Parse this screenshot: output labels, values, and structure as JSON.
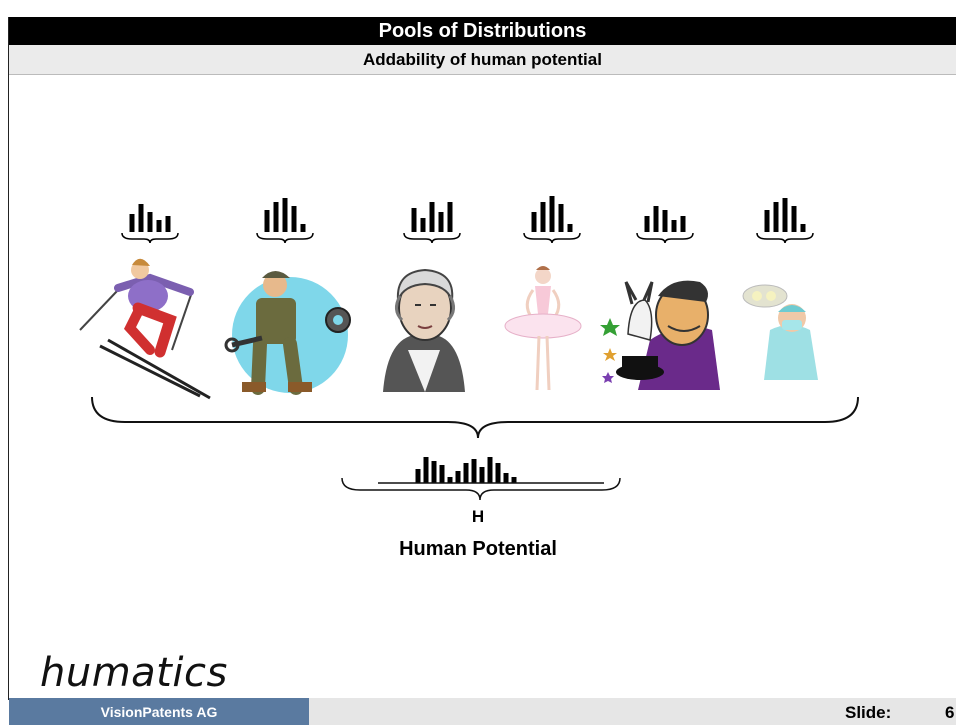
{
  "header": {
    "fragment": "",
    "title": "Pools of Distributions",
    "subtitle": "Addability of human potential"
  },
  "figures": [
    {
      "name": "skier",
      "histogram": [
        18,
        28,
        20,
        12,
        16
      ]
    },
    {
      "name": "mechanic",
      "histogram": [
        22,
        30,
        34,
        26,
        8
      ]
    },
    {
      "name": "george-washington",
      "histogram": [
        24,
        14,
        30,
        20,
        30
      ]
    },
    {
      "name": "ballerina",
      "histogram": [
        20,
        30,
        36,
        28,
        8
      ]
    },
    {
      "name": "magician",
      "histogram": [
        16,
        26,
        22,
        12,
        16
      ]
    },
    {
      "name": "surgeon",
      "histogram": [
        22,
        30,
        34,
        26,
        8
      ]
    }
  ],
  "combined_histogram": [
    14,
    26,
    22,
    18,
    6,
    12,
    20,
    24,
    16,
    26,
    20,
    10,
    6
  ],
  "labels": {
    "h": "H",
    "human_potential": "Human Potential"
  },
  "footer": {
    "logo": "humatics",
    "company": "VisionPatents AG",
    "slide_label": "Slide:",
    "slide_number": "6"
  }
}
